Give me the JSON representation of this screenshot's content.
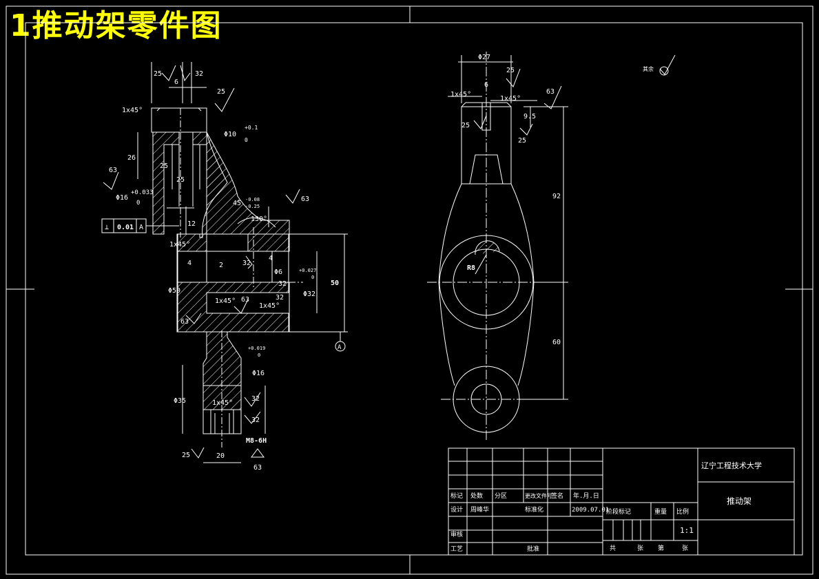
{
  "page_title": "1推动架零件图",
  "colors": {
    "background": "#000000",
    "lines": "#ffffff",
    "title": "#ffff00",
    "hatch": "#ffffff"
  },
  "left_view": {
    "top_dims": {
      "d6": "6",
      "roughness_top_left": "25",
      "roughness_top_right": "32"
    },
    "chamfer_top": "1x45°",
    "roughness_right_top": "25",
    "hole_dim": "Φ10",
    "hole_tol_upper": "+0.1",
    "hole_tol_lower": "0",
    "d26": "26",
    "roughness_left_mid": "63",
    "roughness_in_bore": "25",
    "roughness_in_bore2": "25",
    "phi16": "Φ16",
    "phi16_tol_upper": "+0.033",
    "phi16_tol_lower": "0",
    "d12": "12",
    "d45": "45",
    "d45_tol_upper": "-0.08",
    "d45_tol_lower": "-0.25",
    "roughness_right_upper": "63",
    "angle": "130°",
    "tolerance_symbol": "⊥",
    "tolerance_value": "0.01",
    "tolerance_datum": "A",
    "chamfer_mid": "1x45°",
    "d4_left": "4",
    "d2": "2",
    "roughness_mid_a": "32",
    "d4_right": "4",
    "phi6": "Φ6",
    "roughness_mid_b": "32",
    "phi32": "Φ32",
    "phi32_tol_upper": "+0.027",
    "phi32_tol_lower": "0",
    "d50": "50",
    "phi50": "Φ50",
    "chamfer_low_left": "1x45°",
    "roughness_low_mid": "63",
    "chamfer_low_right": "1x45°",
    "roughness_low_right": "32",
    "roughness_low_left": "63",
    "datum_label": "A",
    "phi16_low": "Φ16",
    "phi16_low_tol_upper": "+0.019",
    "phi16_low_tol_lower": "0",
    "phi35": "Φ35",
    "chamfer_bottom": "1x45°",
    "roughness_bottom_a": "32",
    "roughness_bottom_b": "32",
    "thread": "M8-6H",
    "d20": "20",
    "roughness_bottom_left": "25",
    "roughness_bottom_right": "63"
  },
  "right_view": {
    "phi27": "Φ27",
    "roughness_top": "25",
    "chamfer_left": "1x45°",
    "d6": "6",
    "chamfer_right": "1x45°",
    "roughness_right": "63",
    "d9_5": "9.5",
    "roughness_left_a": "25",
    "roughness_left_b": "25",
    "d92": "92",
    "d60": "60",
    "bore_label": "R8",
    "other_roughness": "其余"
  },
  "title_block": {
    "school": "辽宁工程技术大学",
    "part_name": "推动架",
    "row_labels": [
      "标记",
      "处数",
      "分区",
      "更改文件号",
      "签名",
      "年.月.日"
    ],
    "design_label": "设计",
    "designer": "周峰华",
    "standard_label": "标准化",
    "date": "2009.07.01",
    "review_label": "审核",
    "process_label": "工艺",
    "approve_label": "批准",
    "stage_labels": [
      "阶段标记",
      "重量",
      "比例"
    ],
    "scale": "1:1",
    "sheet_labels": [
      "共",
      "张",
      "第",
      "张"
    ]
  }
}
